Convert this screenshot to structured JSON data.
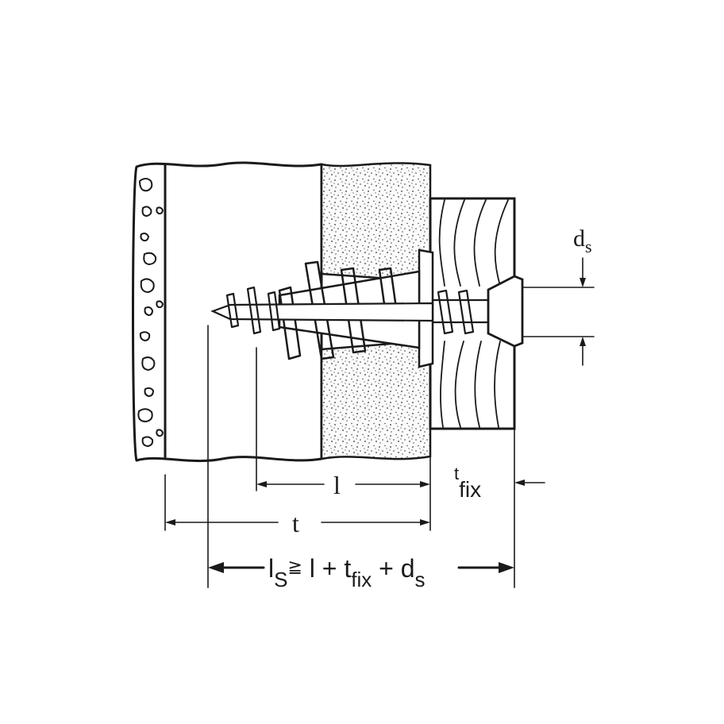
{
  "diagram": {
    "labels": {
      "ds_main": "d",
      "ds_sub": "s",
      "l": "l",
      "tfix_main": "t",
      "tfix_sub": "fix",
      "t": "t",
      "formula": {
        "l_main": "l",
        "l_sub": "S",
        "geq": "≧",
        "part1": " l + t",
        "fix_sub": "fix",
        "part2": " + d",
        "s_sub": "s"
      }
    }
  }
}
